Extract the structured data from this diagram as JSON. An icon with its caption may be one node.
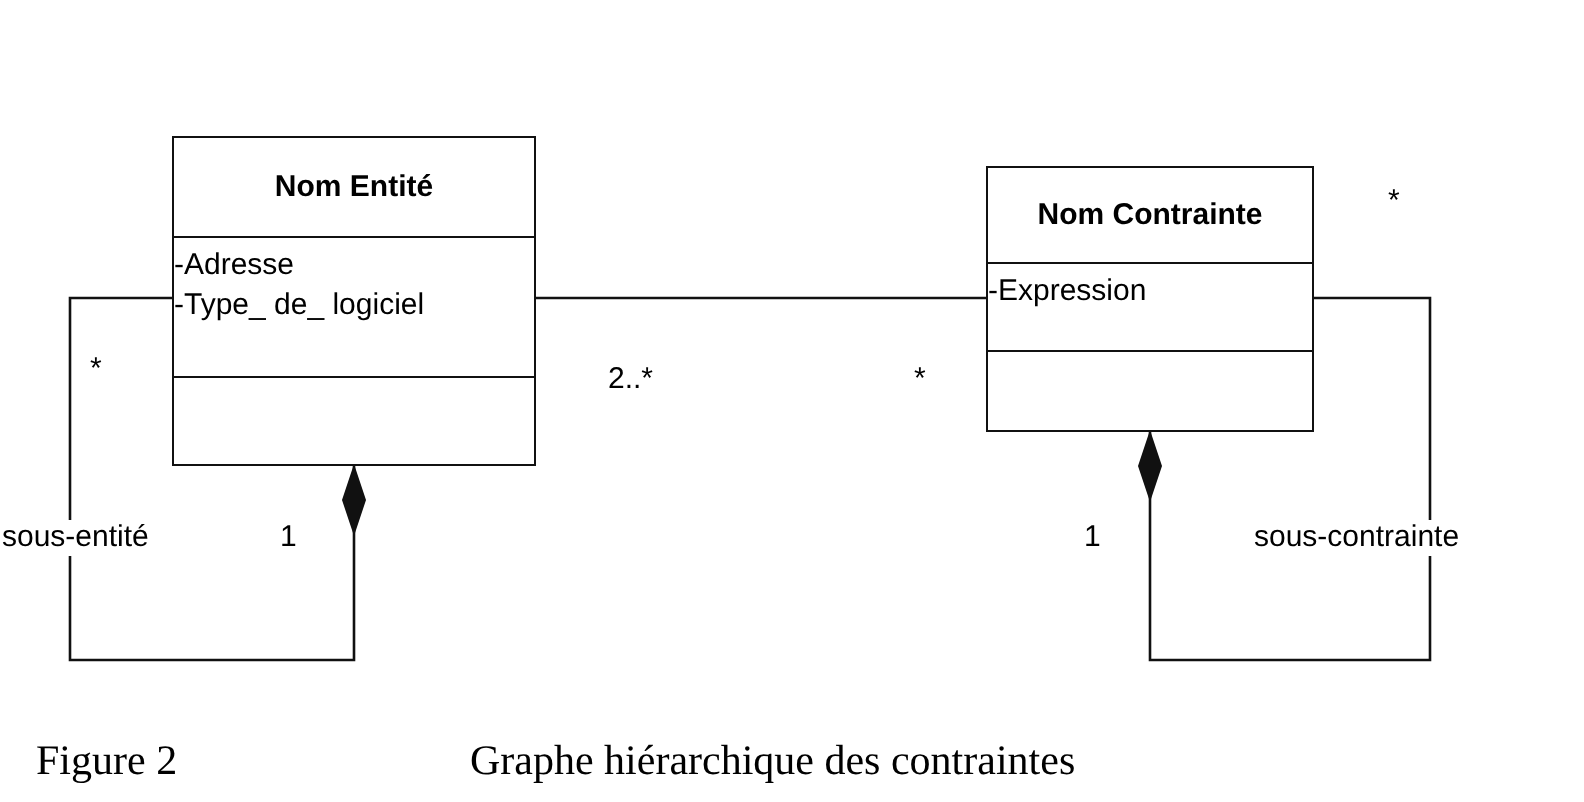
{
  "diagram": {
    "caption": "Graphe hiérarchique des contraintes",
    "nodes": [
      {
        "text": [
          "Nom Entité",
          "-Adresse",
          "-Type_ de_ logiciel"
        ]
      },
      {
        "text": [
          "Nom Contrainte",
          "-Expression"
        ]
      }
    ],
    "edges": [
      {
        "from": 0,
        "to": 1,
        "arrow": "none"
      },
      {
        "from": 0,
        "to": 0,
        "arrow": "other"
      },
      {
        "from": 1,
        "to": 1,
        "arrow": "other"
      }
    ],
    "labels": [
      "*",
      "2..*",
      "*",
      "*",
      "sous-entité",
      "1",
      "1",
      "sous-contrainte",
      "Figure 2"
    ]
  }
}
